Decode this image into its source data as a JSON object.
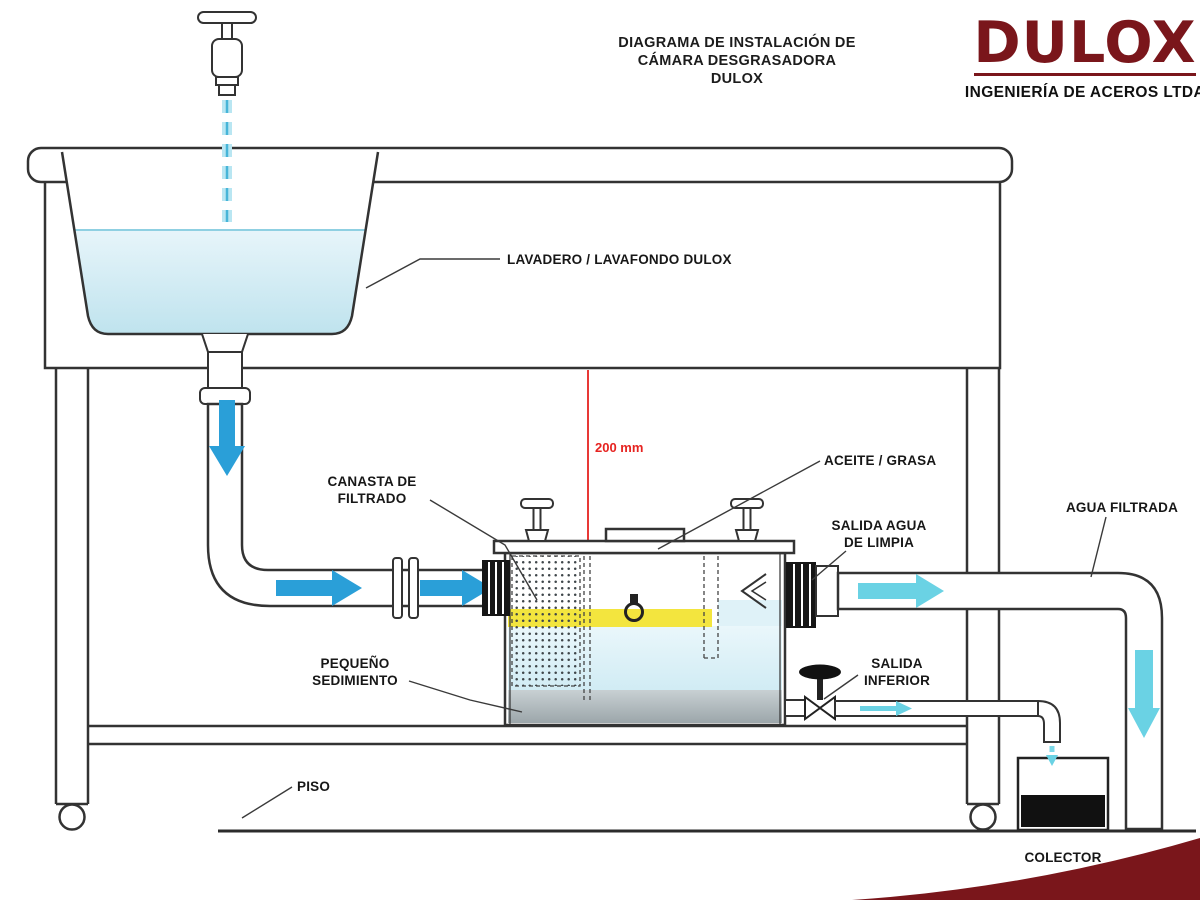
{
  "title": {
    "line1": "DIAGRAMA DE INSTALACIÓN DE",
    "line2": "CÁMARA DESGRASADORA",
    "line3": "DULOX"
  },
  "logo": {
    "brand": "DULOX",
    "tagline": "INGENIERÍA DE ACEROS LTDA"
  },
  "labels": {
    "lavadero": "LAVADERO / LAVAFONDO DULOX",
    "canasta1": "CANASTA DE",
    "canasta2": "FILTRADO",
    "aceite": "ACEITE / GRASA",
    "salida_agua1": "SALIDA AGUA",
    "salida_agua2": "DE LIMPIA",
    "agua_filtrada": "AGUA FILTRADA",
    "salida_inferior1": "SALIDA",
    "salida_inferior2": "INFERIOR",
    "pequeno1": "PEQUEÑO",
    "pequeno2": "SEDIMIENTO",
    "piso": "PISO",
    "colector": "COLECTOR",
    "dimension": "200 mm"
  },
  "colors": {
    "brand_maroon": "#7a161b",
    "arrow_blue": "#2a9fd8",
    "arrow_cyan": "#6ad2e4",
    "dimension_red": "#e62320",
    "grease_yellow": "#f3e53e",
    "water_light": "#cfe9f2",
    "sediment_gray": "#a9b3b7",
    "line_dark": "#333333"
  }
}
